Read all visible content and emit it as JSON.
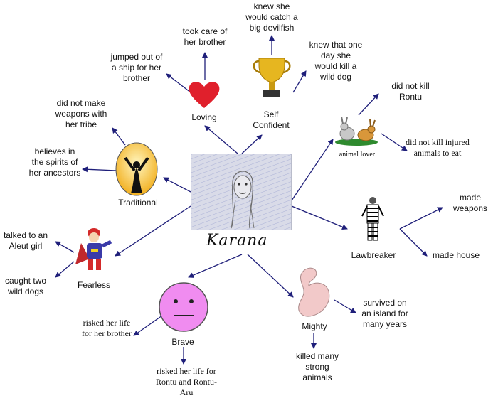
{
  "center": {
    "name": "Karana"
  },
  "traits": [
    {
      "name": "Loving",
      "details": [
        "took care of her brother",
        "jumped out of a ship for her brother"
      ]
    },
    {
      "name": "Self Confident",
      "details": [
        "knew she would catch a big devilfish",
        "knew that one day she would kill a wild dog"
      ]
    },
    {
      "name": "animal lover",
      "details": [
        "did not kill Rontu",
        "did not kill injured animals to eat"
      ]
    },
    {
      "name": "Lawbreaker",
      "details": [
        "made weapons",
        "made house"
      ]
    },
    {
      "name": "Mighty",
      "details": [
        "survived on an island for many years",
        "killed many strong animals"
      ]
    },
    {
      "name": "Brave",
      "details": [
        "risked her life for her brother",
        "risked her life for Rontu and Rontu-Aru"
      ]
    },
    {
      "name": "Fearless",
      "details": [
        "talked to an Aleut girl",
        "caught two wild dogs"
      ]
    },
    {
      "name": "Traditional",
      "details": [
        "did not make weapons with her tribe",
        "believes in the spirits of her ancestors"
      ]
    }
  ],
  "colors": {
    "arrow": "#1f1f7a",
    "heart": "#e0202c",
    "trophy": "#d9a91a",
    "face": "#f08cf0",
    "muscle": "#f2c9c9"
  }
}
